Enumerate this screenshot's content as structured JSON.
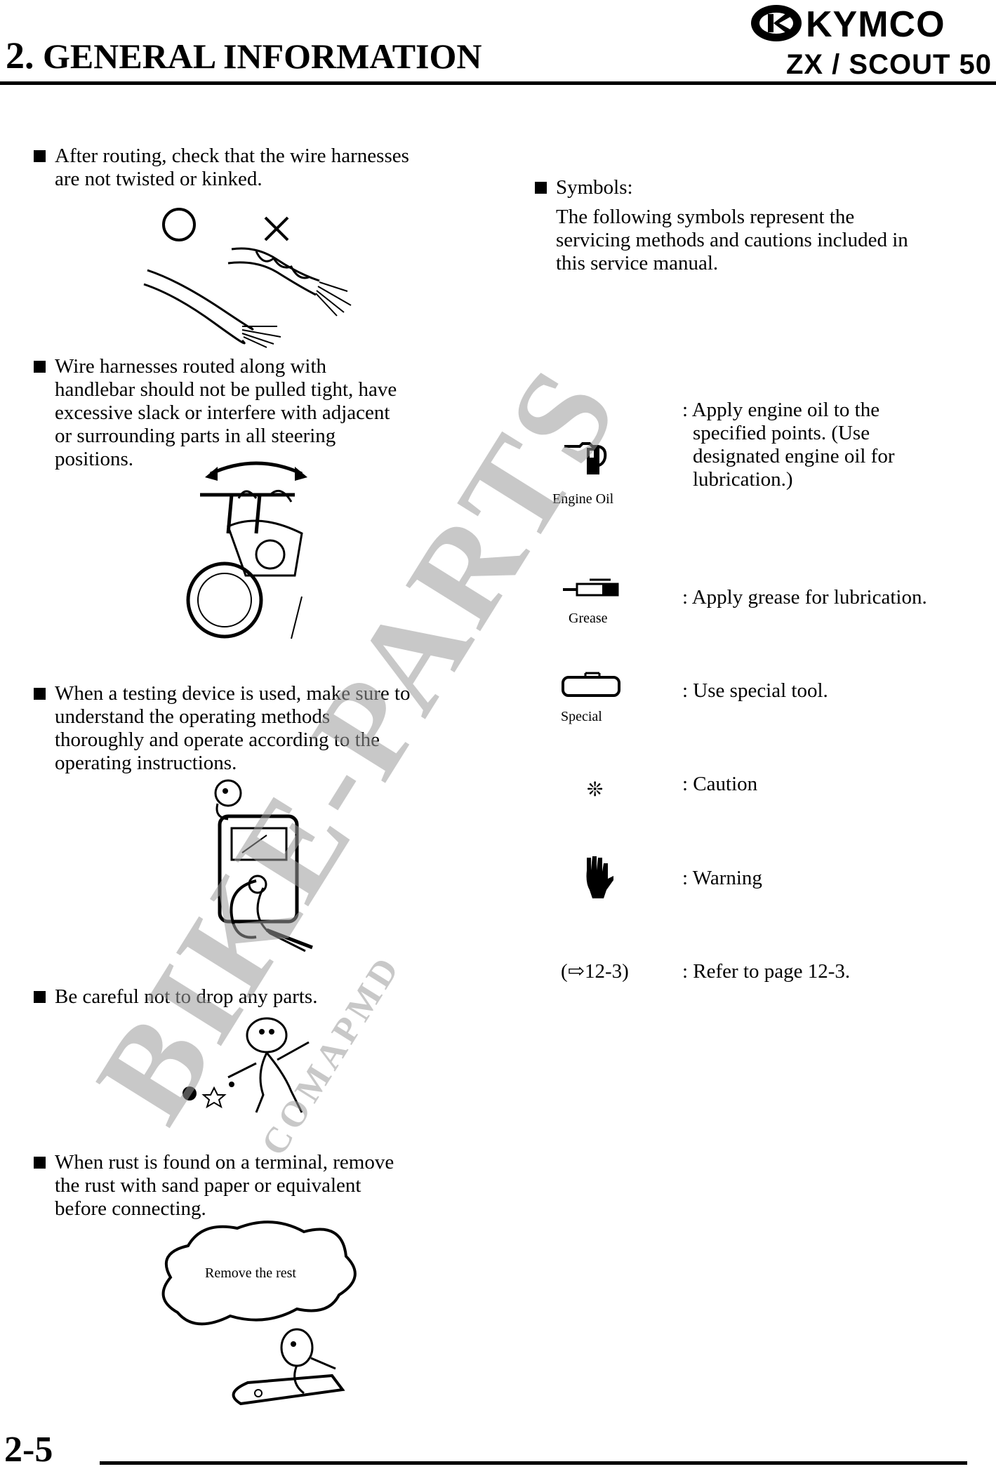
{
  "header": {
    "section_number": "2.",
    "section_title": "GENERAL INFORMATION",
    "model": "ZX / SCOUT 50",
    "brand": "KYMCO"
  },
  "left_items": [
    {
      "text_lines": [
        "After routing, check that the wire harnesses",
        "are not twisted or kinked."
      ]
    },
    {
      "text_lines": [
        "Wire harnesses routed along with",
        "handlebar should not be pulled tight, have",
        "excessive slack or interfere with adjacent",
        "or surrounding parts in all steering",
        "positions."
      ]
    },
    {
      "text_lines": [
        "When a testing device is used, make sure to",
        "understand the operating methods",
        "thoroughly and operate according to the",
        "operating instructions."
      ]
    },
    {
      "text_lines": [
        "Be careful not to drop any parts."
      ]
    },
    {
      "text_lines": [
        "When rust is found on a terminal, remove",
        "the rust with sand paper or equivalent",
        "before connecting."
      ]
    }
  ],
  "rust_bubble": "Remove the rest",
  "symbols": {
    "heading": "Symbols:",
    "intro_lines": [
      "The following symbols represent the",
      "servicing methods and cautions included in",
      "this service manual."
    ],
    "items": [
      {
        "icon": "engine-oil-icon",
        "caption": "Engine Oil",
        "desc_lines": [
          ": Apply engine oil to the",
          "specified points.    (Use",
          "designated engine oil for",
          "lubrication.)"
        ]
      },
      {
        "icon": "grease-icon",
        "caption": "Grease",
        "desc_lines": [
          ": Apply grease for lubrication."
        ]
      },
      {
        "icon": "special-tool-icon",
        "caption": "Special",
        "desc_lines": [
          ": Use special tool."
        ]
      },
      {
        "icon": "caution-icon",
        "caption": "",
        "glyph": "❊",
        "desc_lines": [
          ": Caution"
        ]
      },
      {
        "icon": "warning-hand-icon",
        "caption": "",
        "desc_lines": [
          ": Warning"
        ]
      },
      {
        "icon": "",
        "caption": "(⇨12-3)",
        "desc_lines": [
          ": Refer to page 12-3."
        ]
      }
    ]
  },
  "watermark": {
    "main": "BIKE-PARTS",
    "sub": "COMAPMD"
  },
  "footer": {
    "page_number": "2-5"
  }
}
